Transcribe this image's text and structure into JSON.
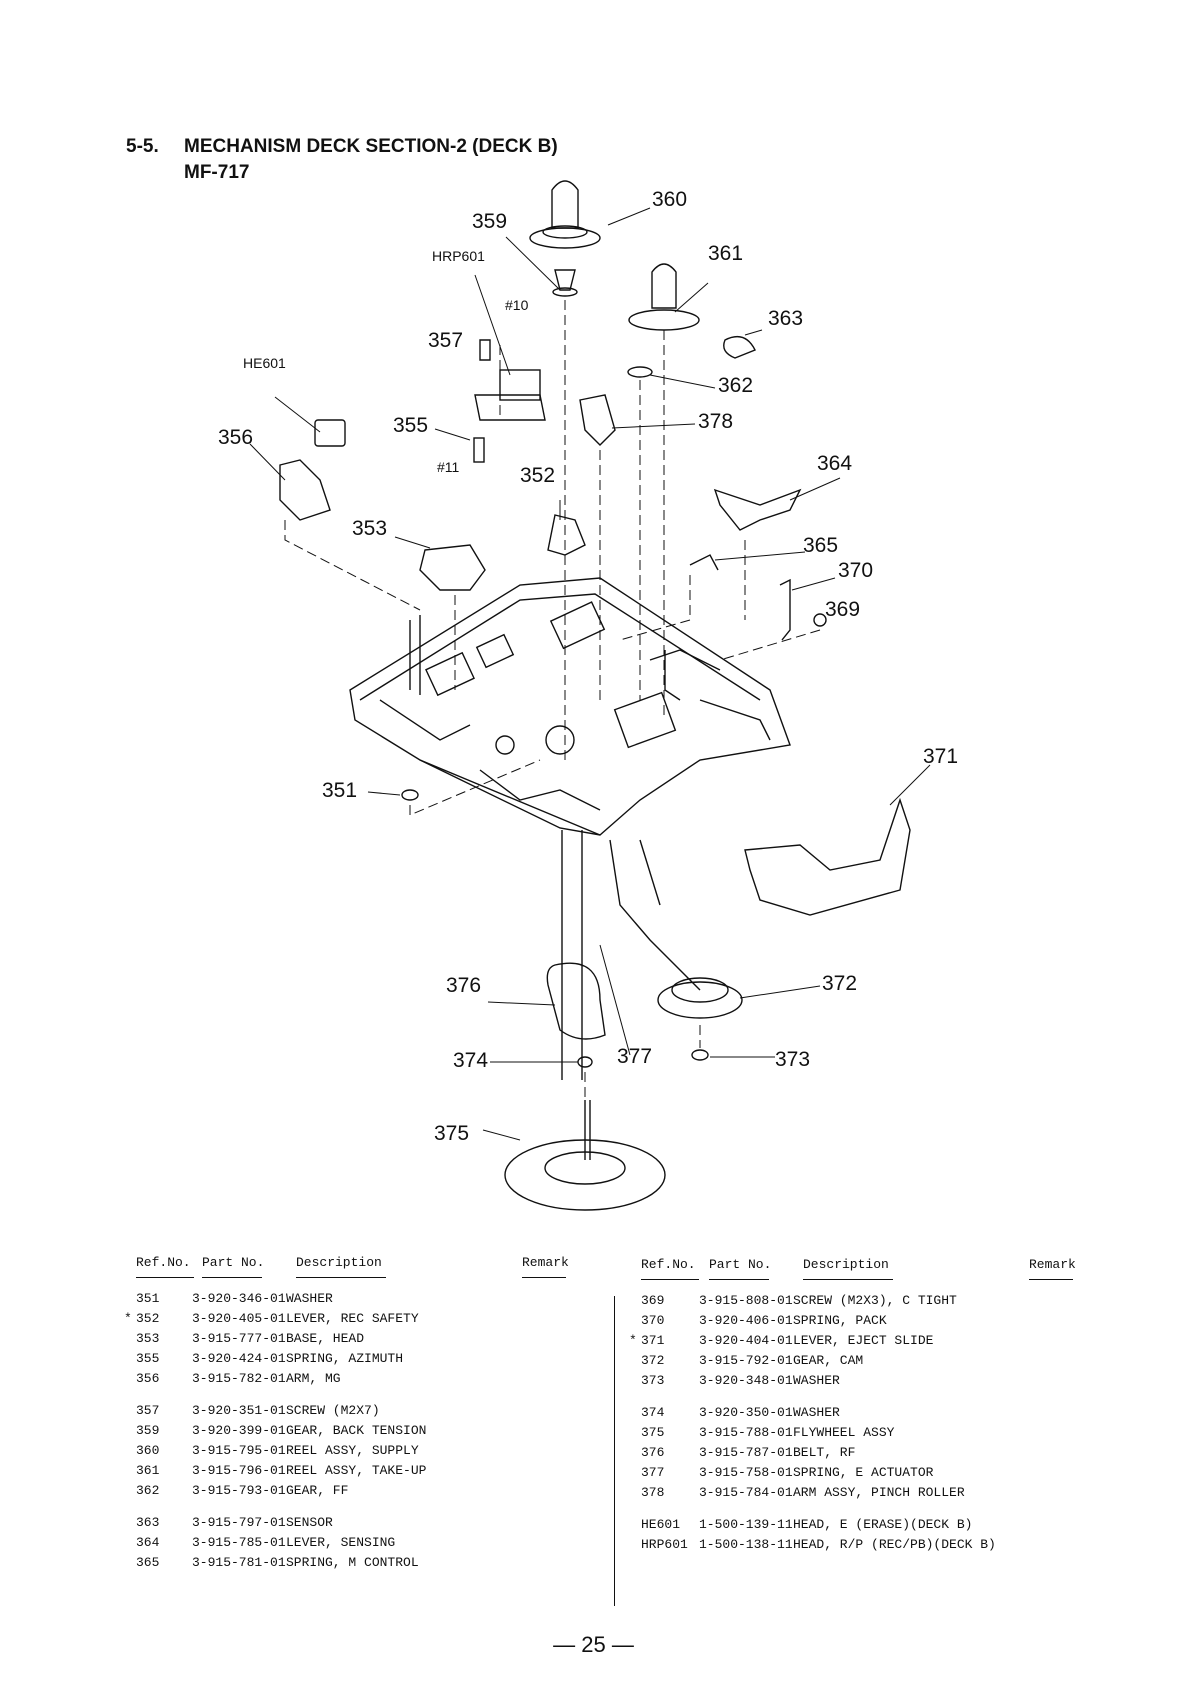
{
  "section": {
    "number": "5-5.",
    "title": "MECHANISM DECK SECTION-2 (DECK B)",
    "model": "MF-717"
  },
  "callouts": {
    "c351": "351",
    "c352": "352",
    "c353": "353",
    "c355": "355",
    "c356": "356",
    "c357": "357",
    "c359": "359",
    "c360": "360",
    "c361": "361",
    "c362": "362",
    "c363": "363",
    "c364": "364",
    "c365": "365",
    "c369": "369",
    "c370": "370",
    "c371": "371",
    "c372": "372",
    "c373": "373",
    "c374": "374",
    "c375": "375",
    "c376": "376",
    "c377": "377",
    "c378": "378",
    "he601": "HE601",
    "hrp601": "HRP601",
    "h10": "#10",
    "h11": "#11"
  },
  "table_headers": {
    "ref": "Ref.No.",
    "part": "Part No.",
    "desc": "Description",
    "remark": "Remark"
  },
  "parts_left": [
    {
      "ref": "351",
      "mark": "",
      "part": "3-920-346-01",
      "desc": "WASHER"
    },
    {
      "ref": "352",
      "mark": "*",
      "part": "3-920-405-01",
      "desc": "LEVER, REC SAFETY"
    },
    {
      "ref": "353",
      "mark": "",
      "part": "3-915-777-01",
      "desc": "BASE, HEAD"
    },
    {
      "ref": "355",
      "mark": "",
      "part": "3-920-424-01",
      "desc": "SPRING, AZIMUTH"
    },
    {
      "ref": "356",
      "mark": "",
      "part": "3-915-782-01",
      "desc": "ARM, MG"
    },
    {
      "ref": "357",
      "mark": "",
      "part": "3-920-351-01",
      "desc": "SCREW (M2X7)"
    },
    {
      "ref": "359",
      "mark": "",
      "part": "3-920-399-01",
      "desc": "GEAR, BACK TENSION"
    },
    {
      "ref": "360",
      "mark": "",
      "part": "3-915-795-01",
      "desc": "REEL ASSY, SUPPLY"
    },
    {
      "ref": "361",
      "mark": "",
      "part": "3-915-796-01",
      "desc": "REEL ASSY, TAKE-UP"
    },
    {
      "ref": "362",
      "mark": "",
      "part": "3-915-793-01",
      "desc": "GEAR, FF"
    },
    {
      "ref": "363",
      "mark": "",
      "part": "3-915-797-01",
      "desc": "SENSOR"
    },
    {
      "ref": "364",
      "mark": "",
      "part": "3-915-785-01",
      "desc": "LEVER, SENSING"
    },
    {
      "ref": "365",
      "mark": "",
      "part": "3-915-781-01",
      "desc": "SPRING, M CONTROL"
    }
  ],
  "parts_right": [
    {
      "ref": "369",
      "mark": "",
      "part": "3-915-808-01",
      "desc": "SCREW (M2X3), C TIGHT"
    },
    {
      "ref": "370",
      "mark": "",
      "part": "3-920-406-01",
      "desc": "SPRING, PACK"
    },
    {
      "ref": "371",
      "mark": "*",
      "part": "3-920-404-01",
      "desc": "LEVER, EJECT SLIDE"
    },
    {
      "ref": "372",
      "mark": "",
      "part": "3-915-792-01",
      "desc": "GEAR, CAM"
    },
    {
      "ref": "373",
      "mark": "",
      "part": "3-920-348-01",
      "desc": "WASHER"
    },
    {
      "ref": "374",
      "mark": "",
      "part": "3-920-350-01",
      "desc": "WASHER"
    },
    {
      "ref": "375",
      "mark": "",
      "part": "3-915-788-01",
      "desc": "FLYWHEEL ASSY"
    },
    {
      "ref": "376",
      "mark": "",
      "part": "3-915-787-01",
      "desc": "BELT, RF"
    },
    {
      "ref": "377",
      "mark": "",
      "part": "3-915-758-01",
      "desc": "SPRING, E ACTUATOR"
    },
    {
      "ref": "378",
      "mark": "",
      "part": "3-915-784-01",
      "desc": "ARM ASSY, PINCH ROLLER"
    },
    {
      "ref": "HE601",
      "mark": "",
      "part": "1-500-139-11",
      "desc": "HEAD, E (ERASE)(DECK B)"
    },
    {
      "ref": "HRP601",
      "mark": "",
      "part": "1-500-138-11",
      "desc": "HEAD, R/P (REC/PB)(DECK B)"
    }
  ],
  "page_number": "— 25 —"
}
